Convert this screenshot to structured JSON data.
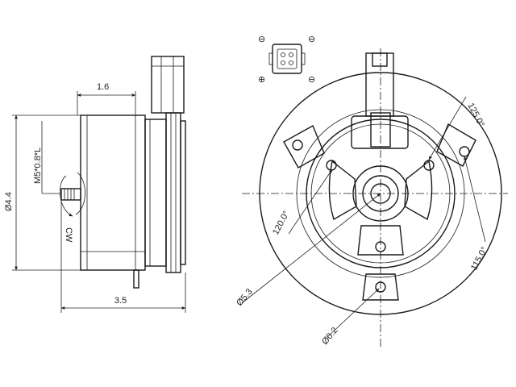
{
  "dimensions": {
    "height_top": "1.6",
    "diameter_left": "Ø4.4",
    "thread": "M5*0.8*L",
    "rotation": "CW",
    "width_bottom": "3.5",
    "angle_top_right": "125.0°",
    "angle_left": "120.0°",
    "angle_right": "115.0°",
    "bolt_circle": "Ø5.3",
    "hole_diameter": "Ø0.2"
  },
  "connector": {
    "pin_symbols": [
      "⊖",
      "⊖",
      "⊕",
      "⊖"
    ]
  }
}
